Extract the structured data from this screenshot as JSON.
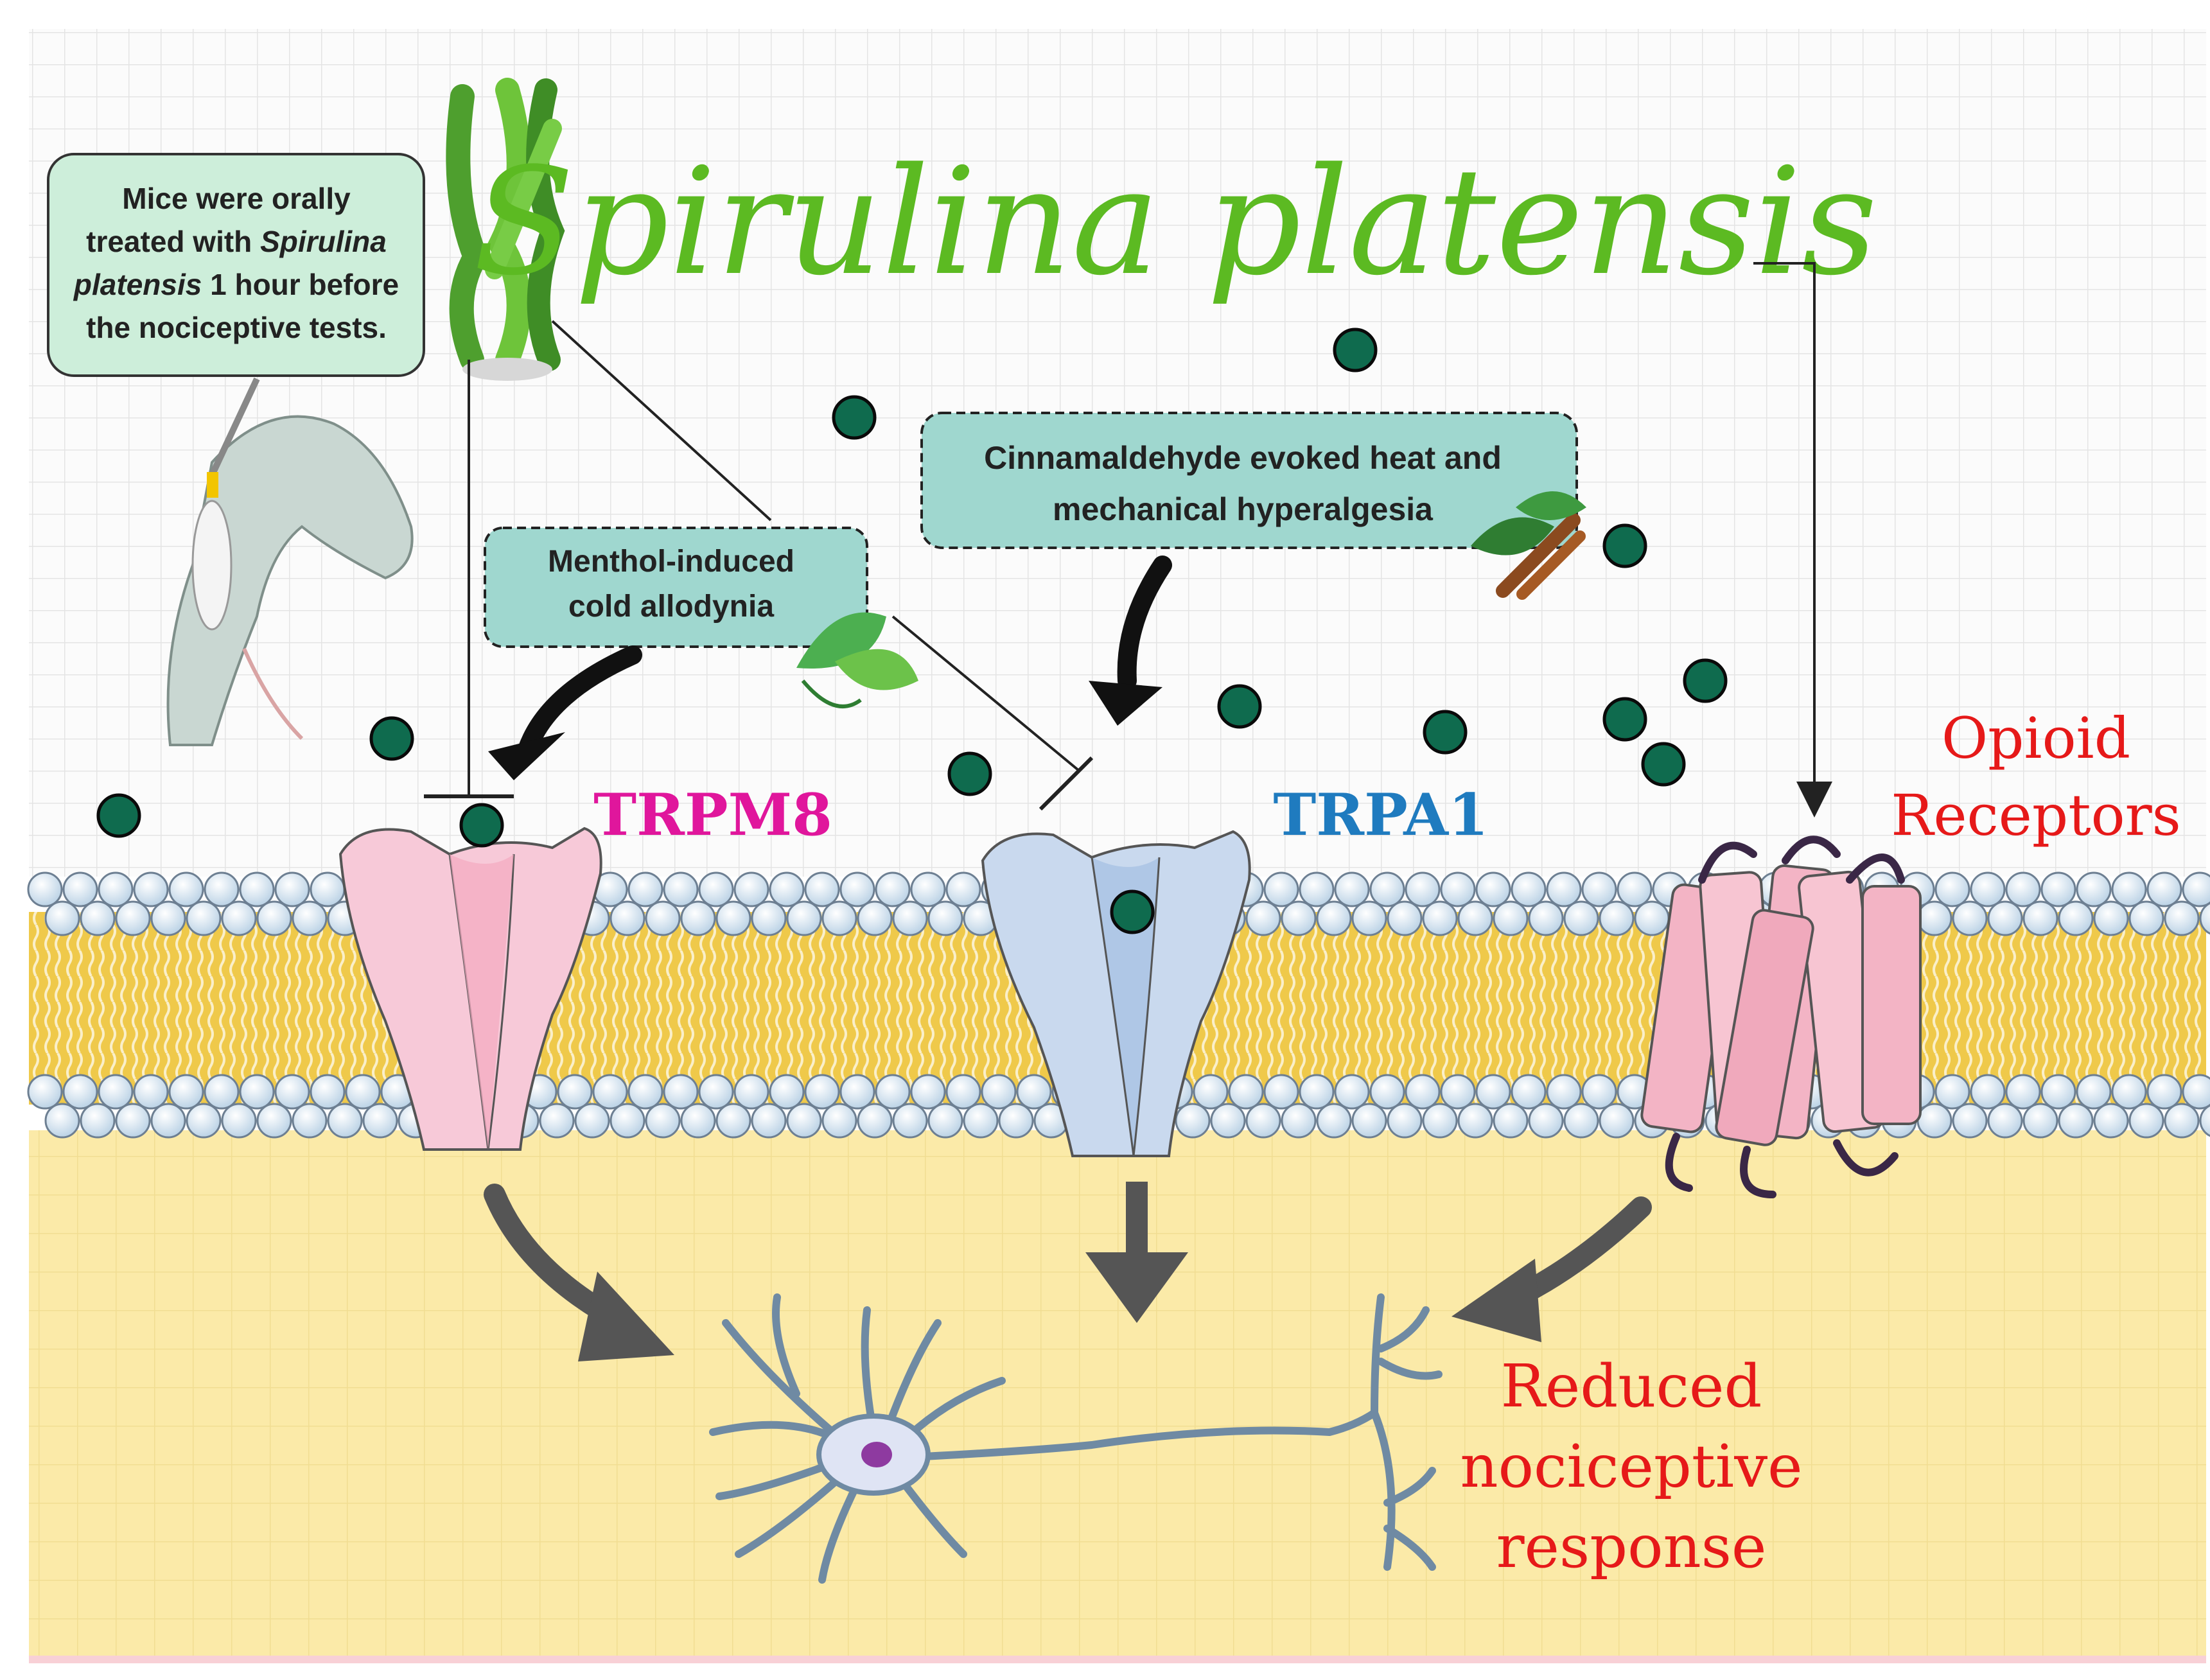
{
  "title": "Spirulina platensis",
  "treatment_note": {
    "line1": "Mice were orally",
    "line2_a": "treated with ",
    "line2_b": "Spirulina",
    "line3_a": "platensis",
    "line3_b": " 1 hour before",
    "line4": "the nociceptive tests."
  },
  "menthol_box": {
    "line1": "Menthol-induced",
    "line2": "cold allodynia"
  },
  "cinnamaldehyde_box": {
    "line1": "Cinnamaldehyde evoked heat and",
    "line2": "mechanical hyperalgesia"
  },
  "labels": {
    "trpm8": "TRPM8",
    "trpa1": "TRPA1",
    "opioid_line1": "Opioid",
    "opioid_line2": "Receptors",
    "outcome_line1": "Reduced",
    "outcome_line2": "nociceptive",
    "outcome_line3": "response"
  },
  "colors": {
    "title_green": "#5cba22",
    "trpm8_magenta": "#e0169c",
    "trpa1_blue": "#1f7bbf",
    "outcome_red": "#e61919",
    "molecule_green": "#0f6b4e",
    "box_mint": "#cdeeda",
    "box_teal": "#9fd7cf",
    "cytoplasm": "#fbeaa8",
    "trpm8_body": "#f7c9d8",
    "trpa1_body": "#c9d9ee",
    "opioid_body": "#f3b4c5"
  }
}
